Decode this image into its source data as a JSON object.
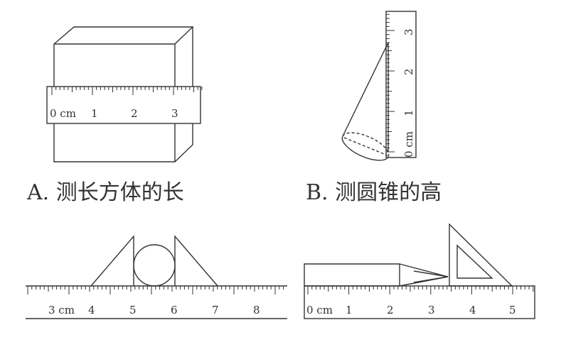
{
  "panels": {
    "a": {
      "caption": "A. 测长方体的长",
      "ruler_labels": [
        "0 cm",
        "1",
        "2",
        "3"
      ]
    },
    "b": {
      "caption": "B. 测圆锥的高",
      "ruler_labels": [
        "0 cm",
        "1",
        "2",
        "3"
      ]
    },
    "c": {
      "ruler_labels": [
        "3 cm",
        "4",
        "5",
        "6",
        "7",
        "8"
      ]
    },
    "d": {
      "ruler_labels": [
        "0 cm",
        "1",
        "2",
        "3",
        "4",
        "5"
      ]
    }
  }
}
